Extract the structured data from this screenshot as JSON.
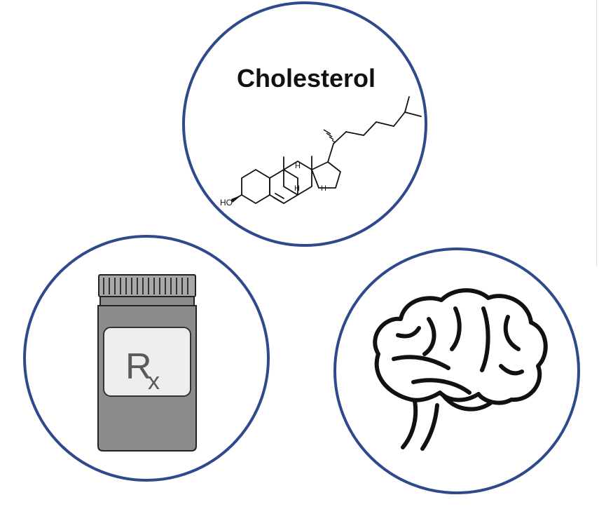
{
  "diagram": {
    "title": "Cholesterol",
    "molecule_group_label": "HO",
    "stereo_labels": [
      "H",
      "H",
      "H"
    ],
    "prescription_symbol": "R",
    "prescription_subscript": "x"
  },
  "colors": {
    "circle_stroke": "#2e4a8c",
    "bottle_body": "#8c8c8c",
    "bottle_cap": "#a8a8a8",
    "label_panel": "#eeeeee",
    "line": "#111111"
  },
  "icons": {
    "molecule": "cholesterol-structure-icon",
    "bottle": "pill-bottle-icon",
    "brain": "brain-icon"
  }
}
